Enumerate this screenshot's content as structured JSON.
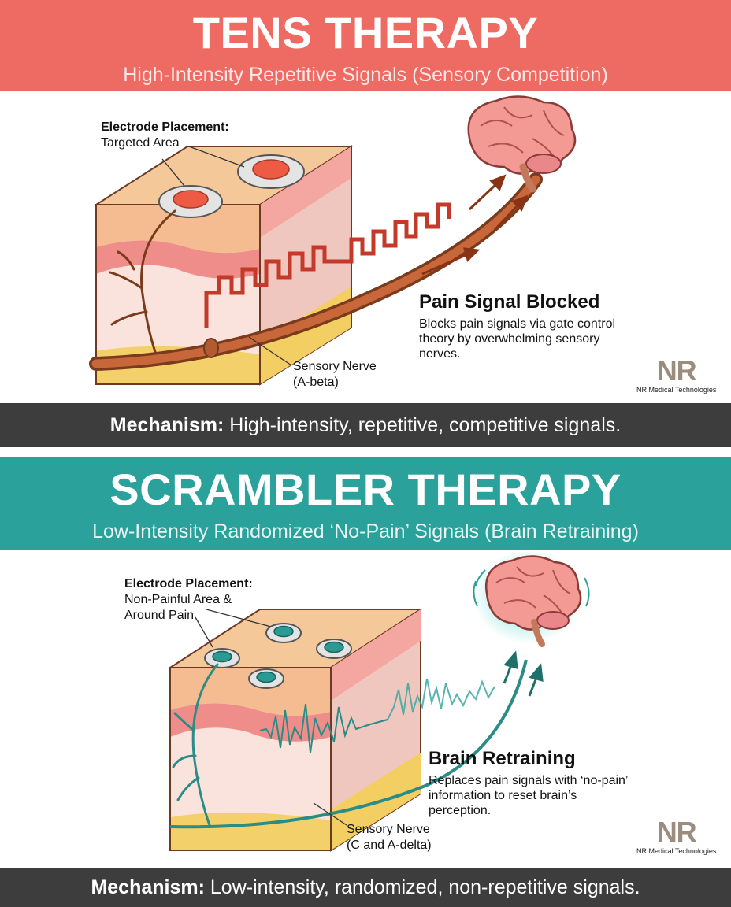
{
  "tens": {
    "title": "TENS THERAPY",
    "subtitle": "High-Intensity Repetitive Signals (Sensory Competition)",
    "electrode_heading": "Electrode Placement:",
    "electrode_area": "Targeted Area",
    "nerve_line1": "Sensory Nerve",
    "nerve_line2": "(A-beta)",
    "effect_title": "Pain Signal Blocked",
    "effect_desc": "Blocks pain signals via gate control theory by overwhelming sensory nerves.",
    "mechanism_label": "Mechanism:",
    "mechanism_text": " High-intensity, repetitive, competitive signals.",
    "accent": "#ee6b64"
  },
  "scrambler": {
    "title": "SCRAMBLER THERAPY",
    "subtitle": "Low-Intensity Randomized ‘No-Pain’ Signals (Brain Retraining)",
    "electrode_heading": "Electrode Placement:",
    "electrode_area_line1": "Non-Painful Area &",
    "electrode_area_line2": "Around Pain",
    "nerve_line1": "Sensory Nerve",
    "nerve_line2": "(C and A-delta)",
    "effect_title": "Brain Retraining",
    "effect_desc": "Replaces pain signals with ‘no-pain’ information to reset brain’s perception.",
    "mechanism_label": "Mechanism:",
    "mechanism_text": " Low-intensity, randomized, non-repetitive signals.",
    "accent": "#2aa19b"
  },
  "logo": {
    "mark": "NR",
    "company": "NR Medical Technologies"
  },
  "icons": [
    "skin-block-illustration",
    "electrode-icon",
    "nerve-icon",
    "brain-icon",
    "square-wave-icon",
    "random-wave-icon",
    "arrow-icon"
  ]
}
